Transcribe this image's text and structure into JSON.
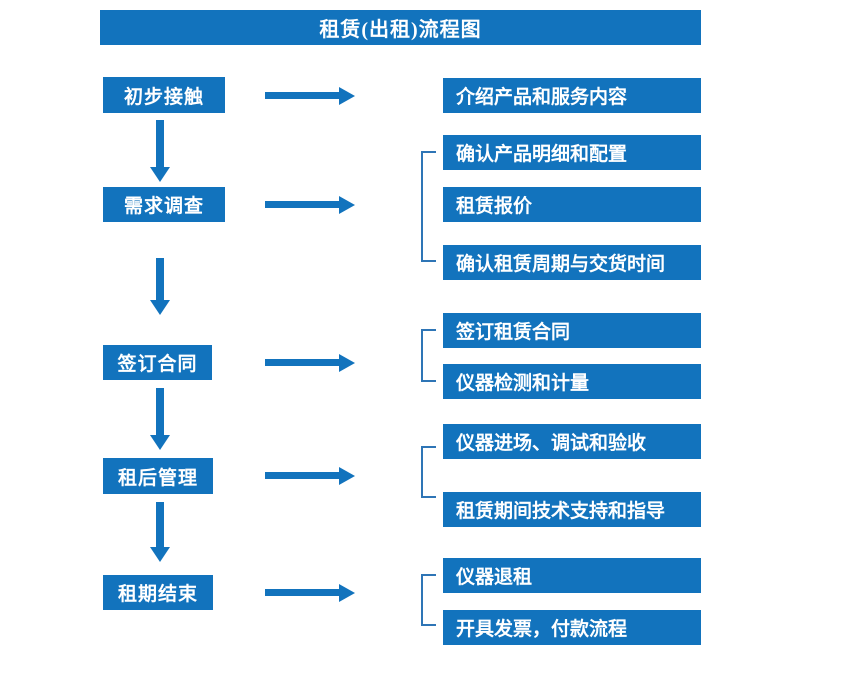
{
  "title": "租赁(出租)流程图",
  "colors": {
    "primary_blue": "#1273BD",
    "bracket_blue": "#2E75B6",
    "text_on_blue": "#FFFFFF",
    "background": "#FFFFFF"
  },
  "stages": [
    {
      "label": "初步接触",
      "outputs": [
        "介绍产品和服务内容"
      ]
    },
    {
      "label": "需求调查",
      "outputs": [
        "确认产品明细和配置",
        "租赁报价",
        "确认租赁周期与交货时间"
      ]
    },
    {
      "label": "签订合同",
      "outputs": [
        "签订租赁合同",
        "仪器检测和计量"
      ]
    },
    {
      "label": "租后管理",
      "outputs": [
        "仪器进场、调试和验收",
        "租赁期间技术支持和指导"
      ]
    },
    {
      "label": "租期结束",
      "outputs": [
        "仪器退租",
        "开具发票，付款流程"
      ]
    }
  ]
}
